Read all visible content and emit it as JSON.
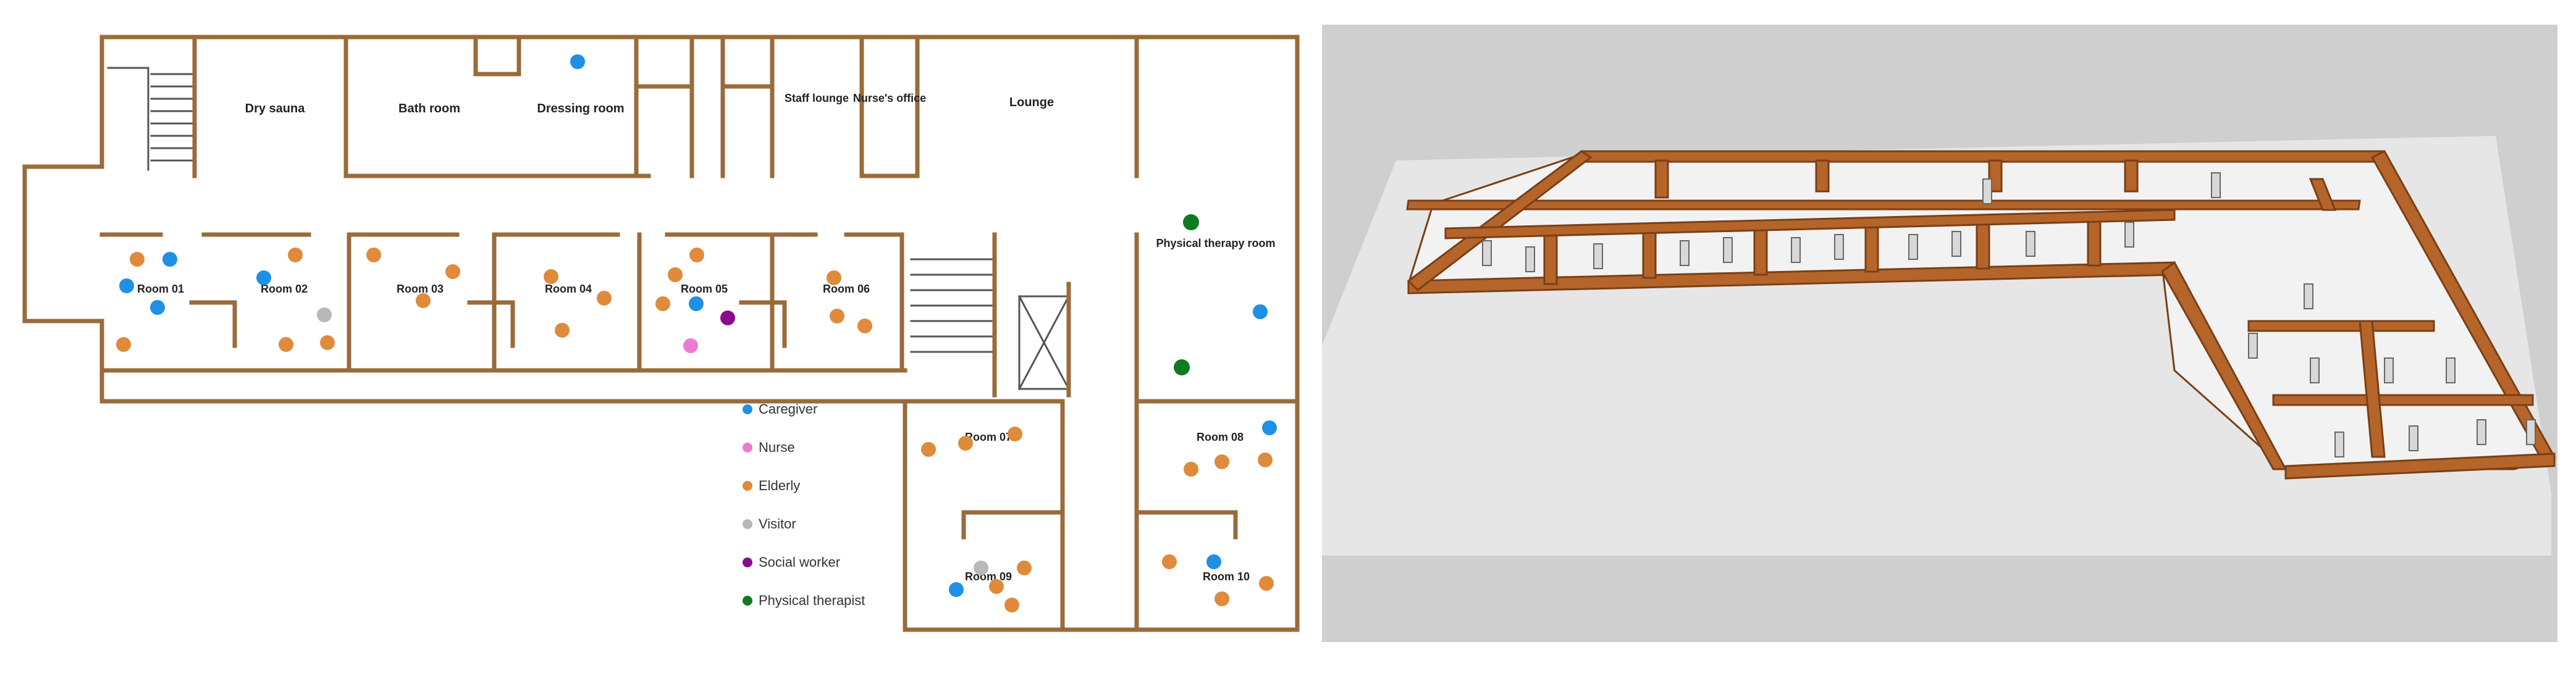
{
  "floor_plan": {
    "rooms": {
      "dry_sauna": "Dry sauna",
      "bath_room": "Bath room",
      "dressing_room": "Dressing room",
      "staff_lounge": "Staff lounge",
      "nurses_office": "Nurse's office",
      "lounge": "Lounge",
      "physical_therapy_room": "Physical therapy room",
      "room_01": "Room 01",
      "room_02": "Room 02",
      "room_03": "Room 03",
      "room_04": "Room 04",
      "room_05": "Room 05",
      "room_06": "Room 06",
      "room_07": "Room 07",
      "room_08": "Room 08",
      "room_09": "Room 09",
      "room_10": "Room 10"
    },
    "legend": [
      {
        "label": "Caregiver",
        "color": "#1e90e6"
      },
      {
        "label": "Nurse",
        "color": "#f07ad0"
      },
      {
        "label": "Elderly",
        "color": "#e08a3c"
      },
      {
        "label": "Visitor",
        "color": "#b8b8b8"
      },
      {
        "label": "Social worker",
        "color": "#8b0a8b"
      },
      {
        "label": "Physical therapist",
        "color": "#0f7a1e"
      }
    ]
  },
  "render_3d": {
    "floor_color": "#e2e2e2",
    "wall_color": "#b5652a",
    "background_color": "#c9c9c9"
  }
}
